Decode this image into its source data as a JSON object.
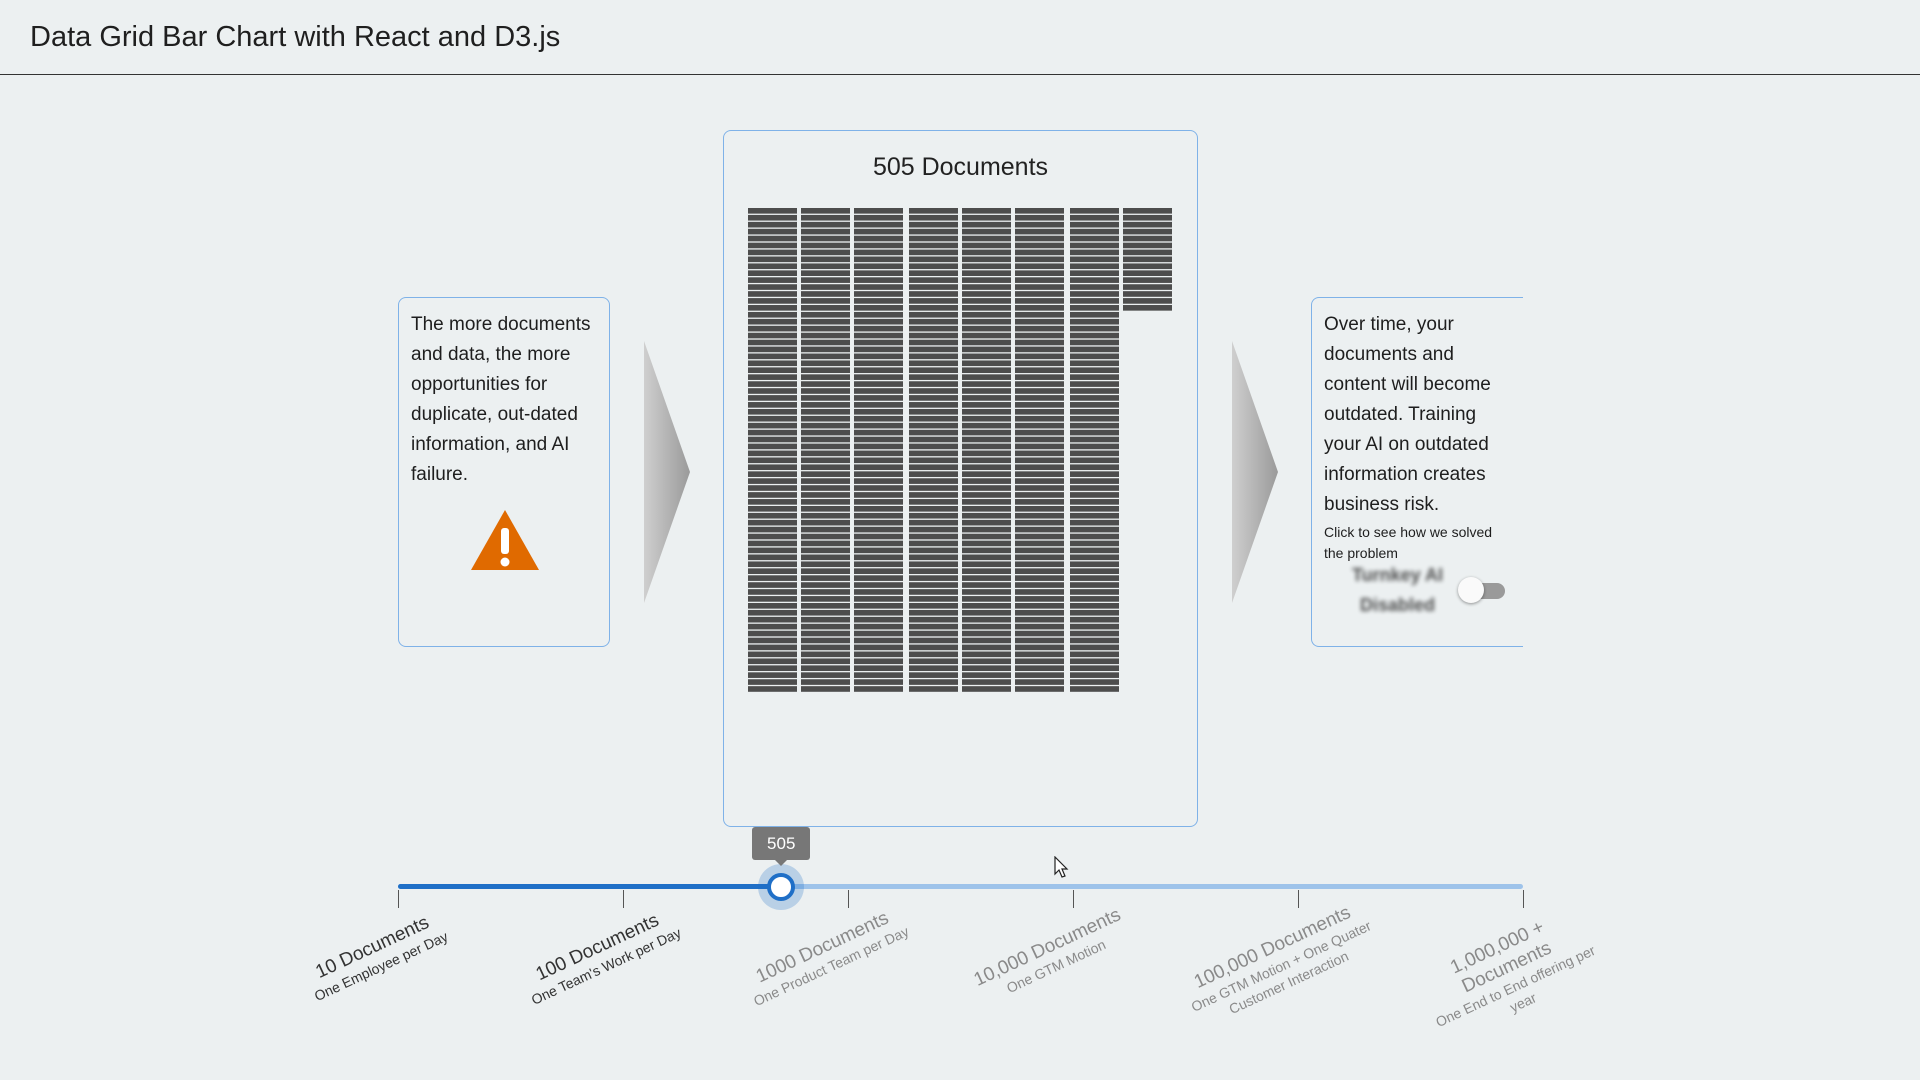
{
  "header": {
    "title": "Data Grid Bar Chart with React and D3.js"
  },
  "left_card": {
    "text": "The more documents and data, the more opportunities for duplicate, out-dated information, and AI failure.",
    "icon": "warning-icon",
    "icon_color": "#e06a00"
  },
  "chart": {
    "title": "505 Documents",
    "cell_color": "#4d4d4d"
  },
  "right_card": {
    "text": "Over time, your documents and content will become outdated. Training your AI on outdated information creates business risk.",
    "note": "Click to see how we solved the problem",
    "toggle_label": "Turnkey AI Disabled",
    "toggle_on": false
  },
  "slider": {
    "value": 505,
    "value_label": "505",
    "accent": "#1f6fc7",
    "marks": [
      {
        "title": "10 Documents",
        "subtitle": "One Employee per Day"
      },
      {
        "title": "100 Documents",
        "subtitle": "One Team's Work per Day"
      },
      {
        "title": "1000 Documents",
        "subtitle": "One Product Team per Day"
      },
      {
        "title": "10,000 Documents",
        "subtitle": "One GTM Motion"
      },
      {
        "title": "100,000 Documents",
        "subtitle": "One GTM Motion + One Quater Customer Interaction"
      },
      {
        "title": "1,000,000 + Documents",
        "subtitle": "One End to End offering per year"
      }
    ]
  }
}
